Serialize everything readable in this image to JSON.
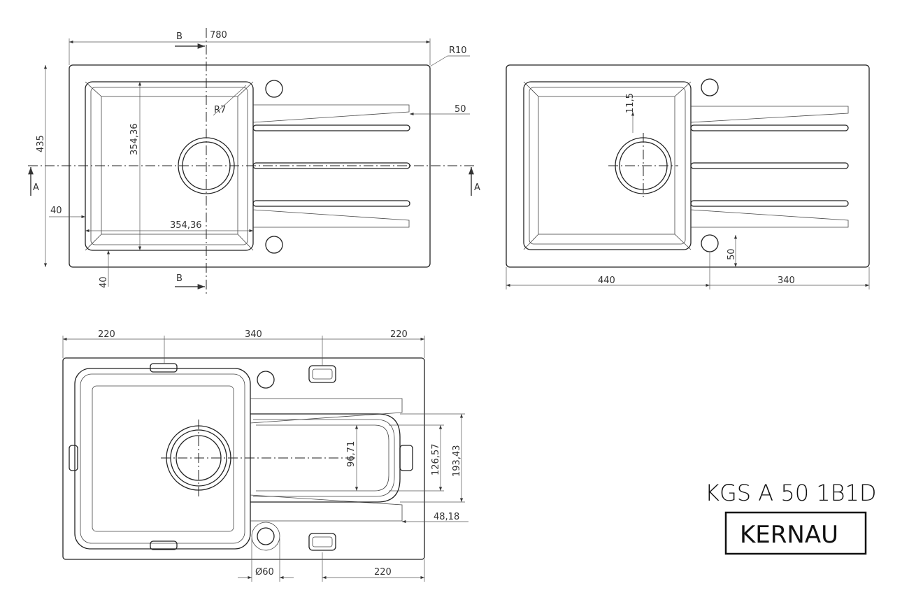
{
  "product": {
    "model": "KGS A 50 1B1D",
    "brand": "KERNAU"
  },
  "top_view": {
    "width": "780",
    "depth": "435",
    "corner_radius": "R10",
    "bowl_radius": "R7",
    "bowl_height": "354,36",
    "bowl_width": "354,36",
    "drainer_offset": "50",
    "margin_left": "40",
    "margin_bottom": "40",
    "section_b": "B",
    "section_a": "A"
  },
  "right_view": {
    "offset": "11,5",
    "hole_offset": "50",
    "left_width": "440",
    "right_width": "340"
  },
  "bottom_view": {
    "left": "220",
    "middle": "340",
    "right": "220",
    "dim_inner": "96,71",
    "dim_mid": "126,57",
    "dim_outer": "193,43",
    "dim_side": "48,18",
    "drain_diameter": "Ø60",
    "bottom_right": "220"
  }
}
